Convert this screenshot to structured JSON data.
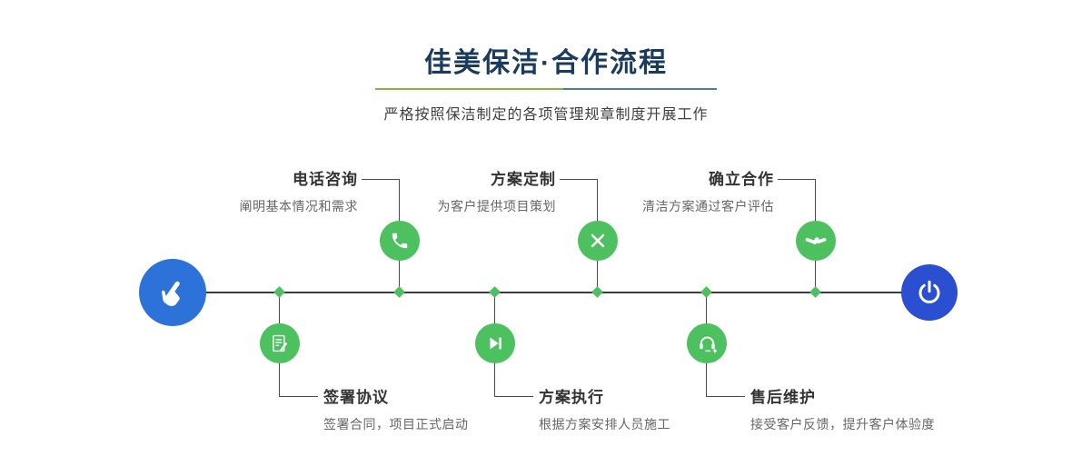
{
  "header": {
    "title": "佳美保洁·合作流程",
    "subtitle": "严格按照保洁制定的各项管理规章制度开展工作"
  },
  "timeline": {
    "start_icon": "pointing-hand-icon",
    "end_icon": "power-icon"
  },
  "steps": [
    {
      "title": "电话咨询",
      "desc": "阐明基本情况和需求",
      "icon": "phone-icon",
      "side": "top"
    },
    {
      "title": "方案定制",
      "desc": "为客户提供项目策划",
      "icon": "design-tools-icon",
      "side": "top"
    },
    {
      "title": "确立合作",
      "desc": "清洁方案通过客户评估",
      "icon": "handshake-icon",
      "side": "top"
    },
    {
      "title": "签署协议",
      "desc": "签署合同，项目正式启动",
      "icon": "contract-icon",
      "side": "bottom"
    },
    {
      "title": "方案执行",
      "desc": "根据方案安排人员施工",
      "icon": "play-icon",
      "side": "bottom"
    },
    {
      "title": "售后维护",
      "desc": "接受客户反馈，提升客户体验度",
      "icon": "headset-plus-icon",
      "side": "bottom"
    }
  ],
  "colors": {
    "title_navy": "#1a3b5e",
    "step_green": "#4dc05f",
    "start_blue": "#2d72d9",
    "end_blue": "#2a4fd0",
    "divider_green": "#82b43e",
    "divider_blue": "#4a7bb5",
    "line_dark": "#3c3c3c"
  }
}
